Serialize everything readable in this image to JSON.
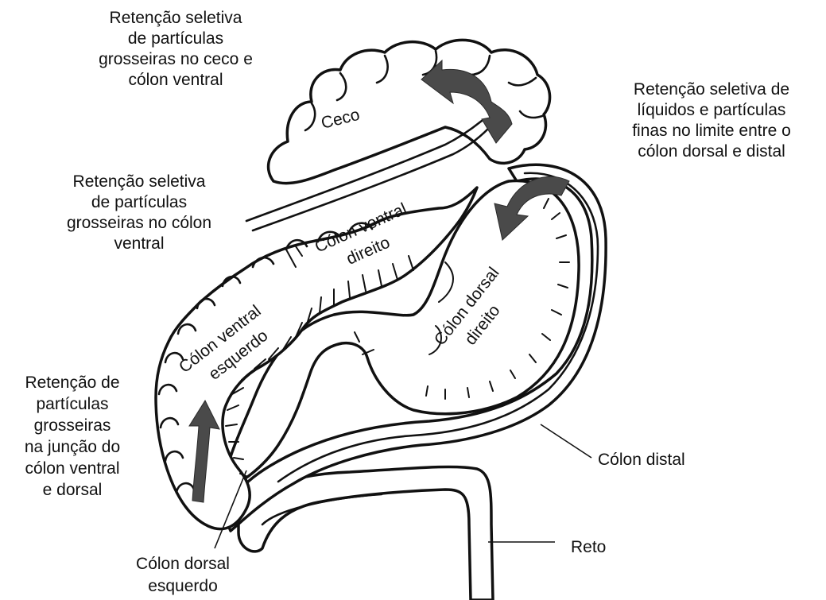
{
  "annotations": {
    "cecum_ventral": [
      "Retenção seletiva",
      "de partículas",
      "grosseiras no ceco e",
      "cólon ventral"
    ],
    "ventral_colon": [
      "Retenção seletiva",
      "de partículas",
      "grosseiras no cólon",
      "ventral"
    ],
    "dorsal_distal": [
      "Retenção seletiva de",
      "líquidos e partículas",
      "finas no limite entre o",
      "cólon dorsal e distal"
    ],
    "junction": [
      "Retenção de",
      "partículas",
      "grosseiras",
      "na junção do",
      "cólon ventral",
      "e dorsal"
    ]
  },
  "organs": {
    "ceco": "Ceco",
    "colon_ventral_direito": [
      "Cólon ventral",
      "direito"
    ],
    "colon_ventral_esquerdo": [
      "Cólon ventral",
      "esquerdo"
    ],
    "colon_dorsal_direito": [
      "Cólon dorsal",
      "direito"
    ]
  },
  "callouts": {
    "colon_distal": "Cólon distal",
    "reto": "Reto",
    "colon_dorsal_esquerdo": [
      "Cólon dorsal",
      "esquerdo"
    ]
  },
  "colors": {
    "arrow": "#4a4a4a",
    "outline": "#111111",
    "background": "#ffffff"
  }
}
